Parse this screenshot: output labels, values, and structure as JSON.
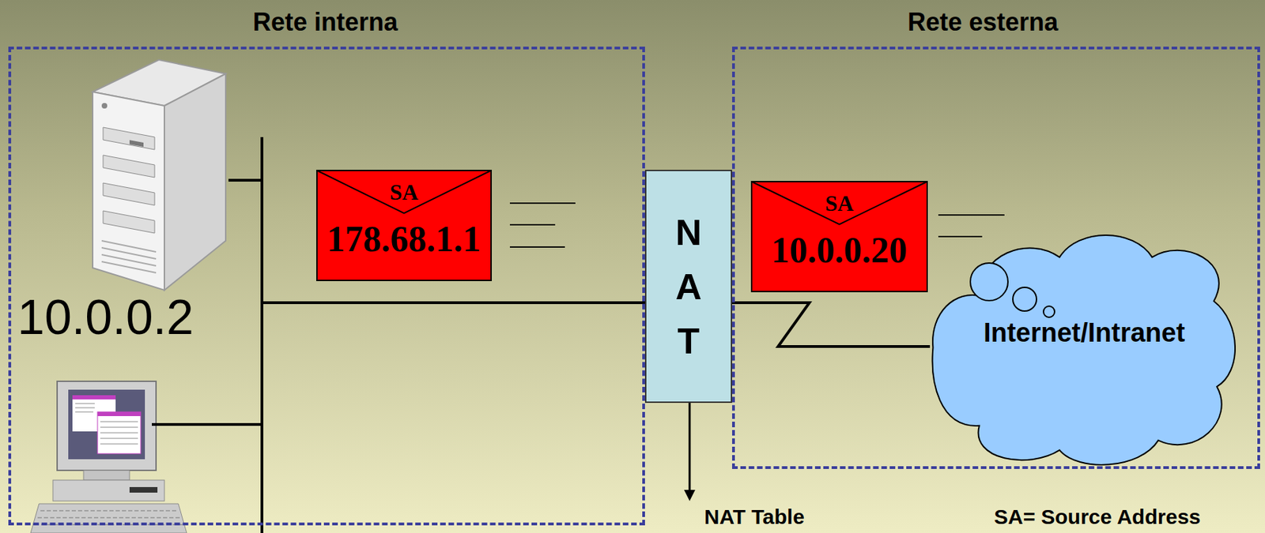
{
  "diagram": {
    "nodes": [
      {
        "text": [
          "Rete interna"
        ]
      },
      {
        "text": [
          "SA",
          "178.68.1.1"
        ],
        "in": 0
      },
      {
        "text": [
          "NAT"
        ]
      },
      {
        "text": [
          "Rete esterna"
        ]
      },
      {
        "text": [
          "SA",
          "10.0.0.20"
        ],
        "in": 3
      },
      {
        "text": [
          "Internet/Intranet"
        ],
        "in": 3
      }
    ],
    "edges": [
      {
        "from": 2,
        "to": 5,
        "arrow": "none"
      }
    ],
    "labels": [
      "10.0.0.2",
      "NAT Table",
      "SA= Source Address"
    ]
  }
}
